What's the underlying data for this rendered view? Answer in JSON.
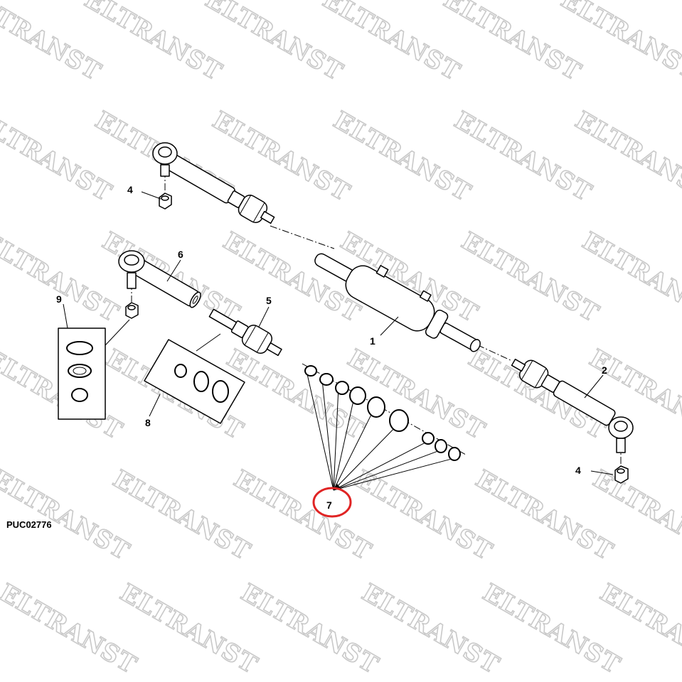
{
  "diagram": {
    "document_id": "PUC02776",
    "watermark": "ELTRANST",
    "callouts": {
      "item_1": "1",
      "item_2": "2",
      "item_4_upper": "4",
      "item_4_lower": "4",
      "item_5": "5",
      "item_6": "6",
      "item_7": "7",
      "item_8": "8",
      "item_9": "9"
    },
    "colors": {
      "highlight": "#e02424",
      "watermark_outline": "#c9c9c9",
      "line": "#000000"
    }
  }
}
